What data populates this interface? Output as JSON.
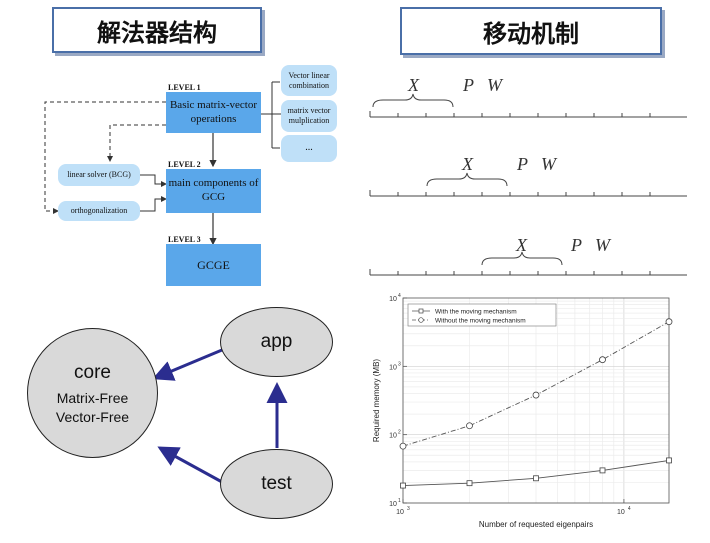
{
  "titles": {
    "left": "解法器结构",
    "right": "移动机制"
  },
  "structure": {
    "levels": [
      "LEVEL 1",
      "LEVEL 2",
      "LEVEL 3"
    ],
    "basic_ops": "Basic matrix-vector operations",
    "main_components": "main components of GCG",
    "gcge": "GCGE",
    "side_ops": [
      "Vector linear combination",
      "matrix vector mulplication",
      "..."
    ],
    "linear_solver": "linear solver (BCG)",
    "orthogonalization": "orthogonalization"
  },
  "modules": {
    "core": "core",
    "core_sub1": "Matrix-Free",
    "core_sub2": "Vector-Free",
    "app": "app",
    "test": "test"
  },
  "moving": {
    "rows": [
      {
        "x": "X",
        "p": "P",
        "w": "W"
      },
      {
        "x": "X",
        "p": "P",
        "w": "W"
      },
      {
        "x": "X",
        "p": "P",
        "w": "W"
      }
    ]
  },
  "colors": {
    "blue_box": "#5aa7ea",
    "light_box": "#bfe0f8",
    "arrow_navy": "#2b2d8f",
    "ellipse_fill": "#d9d9d9"
  },
  "chart_data": {
    "type": "line",
    "xscale": "log",
    "yscale": "log",
    "xlabel": "Number of requested eigenpairs",
    "ylabel": "Required memory (MB)",
    "xlim": [
      1000,
      16000
    ],
    "ylim": [
      10,
      10000
    ],
    "xticks": [
      {
        "v": 1000,
        "m": "10",
        "e": "3"
      },
      {
        "v": 10000,
        "m": "10",
        "e": "4"
      }
    ],
    "yticks": [
      {
        "v": 10,
        "m": "10",
        "e": "1"
      },
      {
        "v": 100,
        "m": "10",
        "e": "2"
      },
      {
        "v": 1000,
        "m": "10",
        "e": "3"
      },
      {
        "v": 10000,
        "m": "10",
        "e": "4"
      }
    ],
    "grid": true,
    "legend_position": "top-left",
    "series": [
      {
        "name": "With the moving mechanism",
        "marker": "square",
        "dash": "solid",
        "x": [
          1000,
          2000,
          4000,
          8000,
          16000
        ],
        "y": [
          18,
          19.5,
          23,
          30,
          42
        ]
      },
      {
        "name": "Without the moving mechanism",
        "marker": "circle",
        "dash": "dashdot",
        "x": [
          1000,
          2000,
          4000,
          8000,
          16000
        ],
        "y": [
          68,
          135,
          380,
          1250,
          4500
        ]
      }
    ]
  }
}
